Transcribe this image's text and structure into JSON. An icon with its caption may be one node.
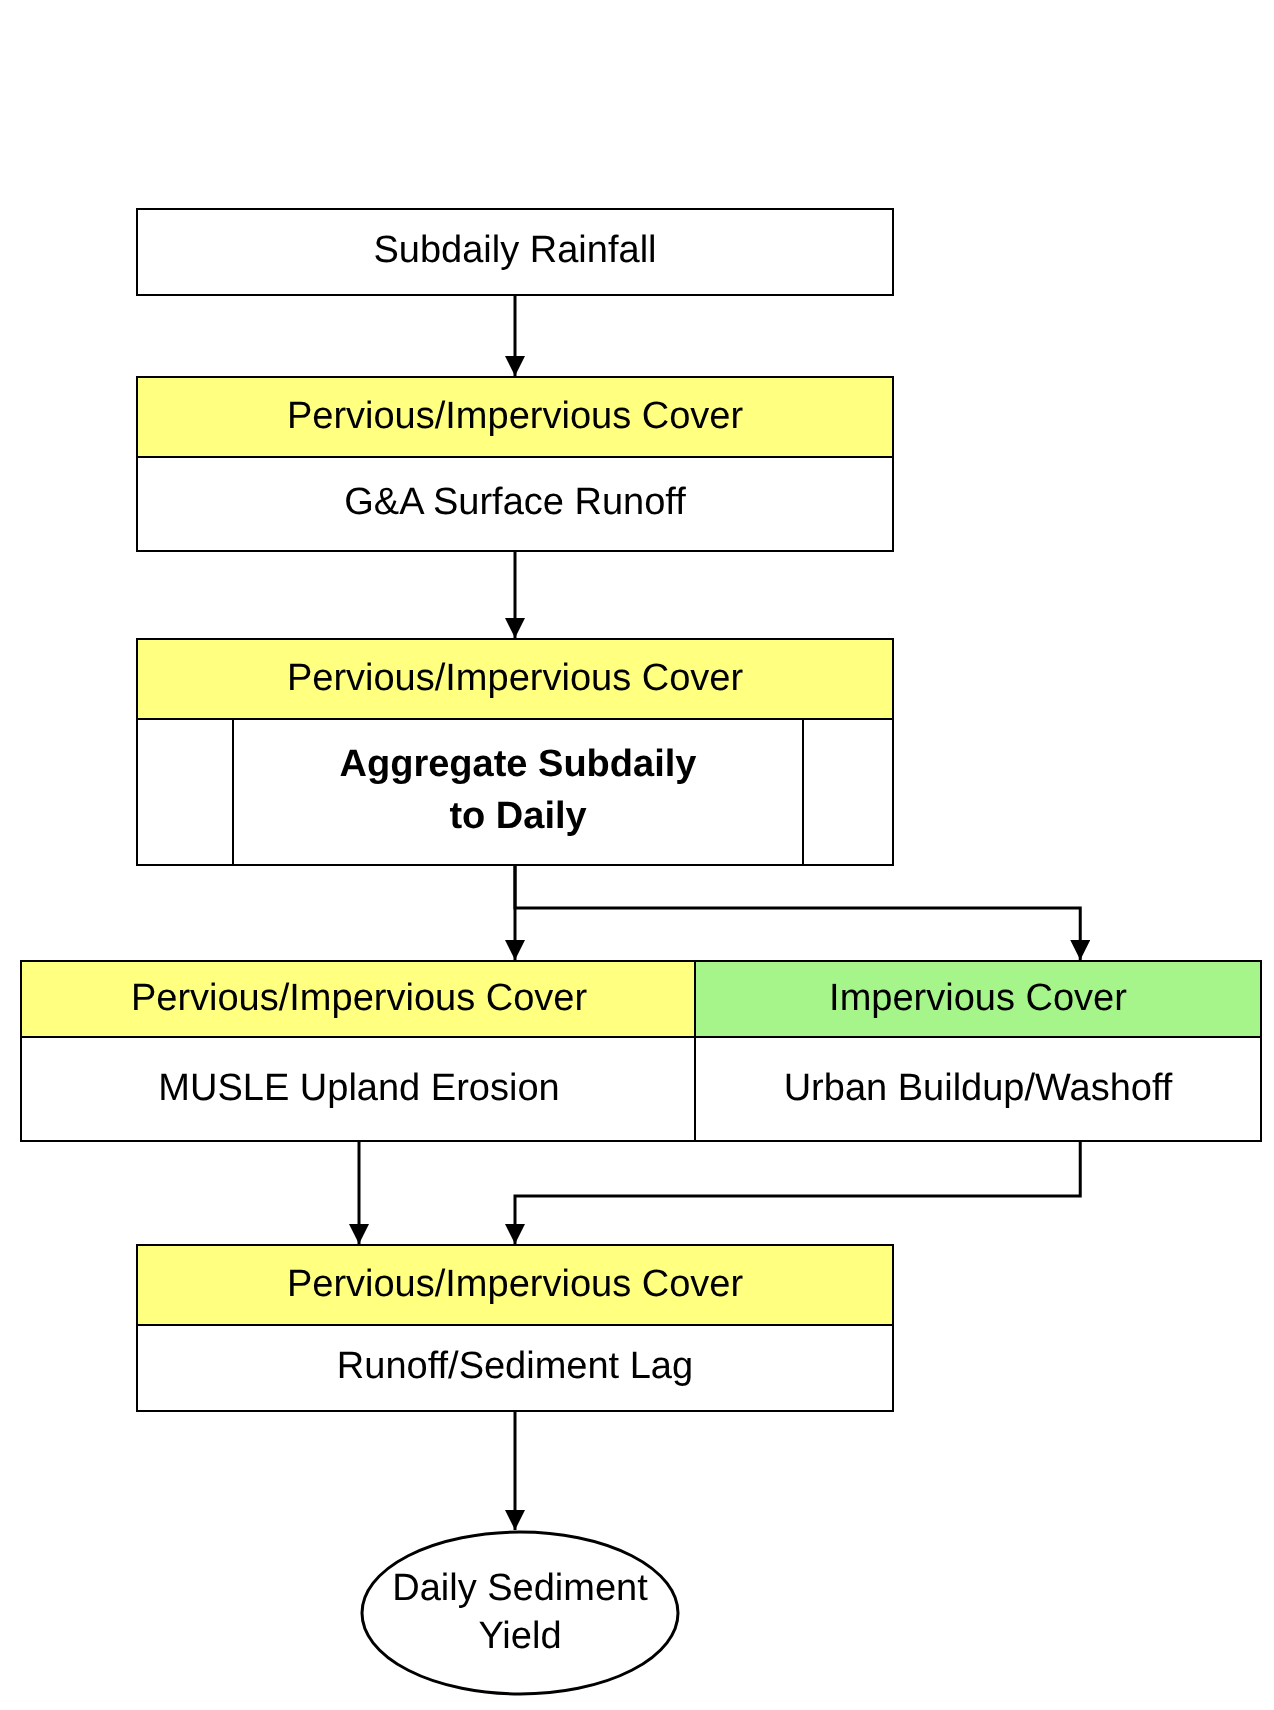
{
  "diagram": {
    "nodes": [
      {
        "text": [
          "Subdaily Rainfall"
        ]
      },
      {
        "text": [
          "Pervious/Impervious Cover",
          "G&A Surface Runoff"
        ]
      },
      {
        "text": [
          "Pervious/Impervious Cover"
        ]
      },
      {
        "text": [
          "Aggregate Subdaily to Daily"
        ],
        "in": 2
      },
      {
        "text": [
          "Pervious/Impervious Cover",
          "MUSLE Upland Erosion"
        ]
      },
      {
        "text": [
          "Impervious Cover",
          "Urban Buildup/Washoff"
        ]
      },
      {
        "text": [
          "Pervious/Impervious Cover",
          "Runoff/Sediment Lag"
        ]
      },
      {
        "text": [
          "Daily Sediment Yield"
        ]
      }
    ],
    "edges": [
      {
        "from": 0,
        "to": 1,
        "arrow": "to"
      },
      {
        "from": 1,
        "to": 2,
        "arrow": "to"
      },
      {
        "from": 2,
        "to": 4,
        "arrow": "to"
      },
      {
        "from": 2,
        "to": 5,
        "arrow": "to"
      },
      {
        "from": 4,
        "to": 6,
        "arrow": "to"
      },
      {
        "from": 5,
        "to": 6,
        "arrow": "to"
      },
      {
        "from": 6,
        "to": 7,
        "arrow": "to"
      }
    ]
  }
}
